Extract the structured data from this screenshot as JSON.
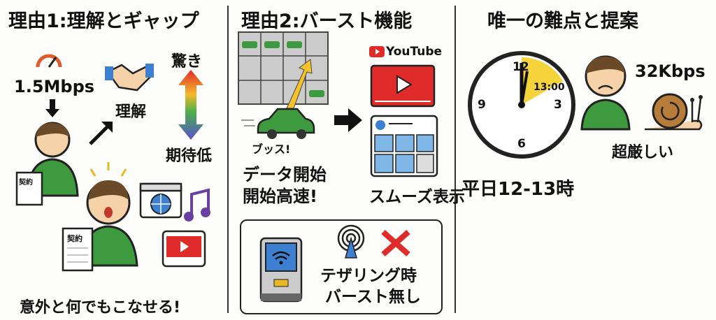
{
  "panels": [
    {
      "title": "理由1:理解とギャップ",
      "speed": "1.5Mbps",
      "understand": "理解",
      "surprise": "驚き",
      "low_expectation": "期待低",
      "contract": "契約",
      "caption": "意外と何でもこなせる!"
    },
    {
      "title": "理由2:バースト機能",
      "sound": "ブッス!",
      "fast_line1": "データ開始",
      "fast_line2": "開始高速!",
      "youtube": "YouTube",
      "smooth": "スムーズ表示",
      "tether_line1": "テザリング時",
      "tether_line2": "バースト無し"
    },
    {
      "title": "唯一の難点と提案",
      "clock_time": "13:00",
      "clock_12": "12",
      "clock_3": "3",
      "clock_6": "6",
      "clock_9": "9",
      "slow_speed": "32Kbps",
      "harsh": "超厳しい",
      "weekday": "平日12-13時"
    }
  ],
  "colors": {
    "green": "#3e9a3e",
    "red": "#e02b2b",
    "yellow": "#f5d33a",
    "blue": "#3d7fd1"
  }
}
